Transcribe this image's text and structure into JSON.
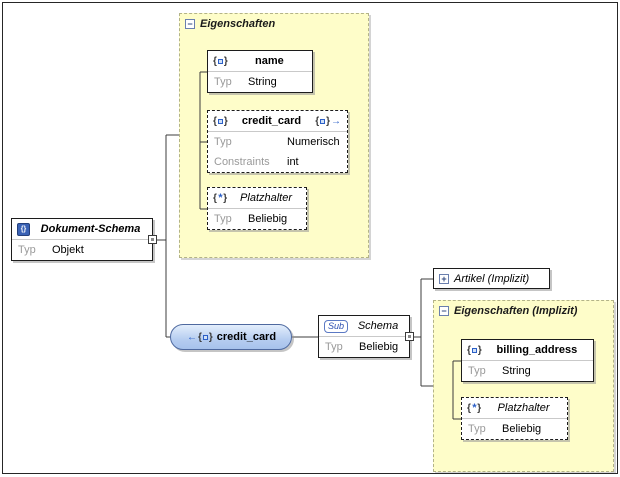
{
  "icons": {
    "collapse": "−",
    "expand": "+",
    "arrow_right": "→",
    "arrow_left": "←",
    "asterisk": "*",
    "braces_open": "{",
    "braces_close": "}",
    "doc": "{}"
  },
  "colors": {
    "container_bg": "#fefdc9",
    "node_fill": "#b6cdf0",
    "node_border": "#4e699f",
    "accent_blue": "#2b5fc7"
  },
  "root_box": {
    "title": "Dokument-Schema",
    "rows": [
      {
        "label": "Typ",
        "value": "Objekt"
      }
    ]
  },
  "properties_container": {
    "title": "Eigenschaften",
    "items": [
      {
        "title": "name",
        "style": "solid",
        "rows": [
          {
            "label": "Typ",
            "value": "String"
          }
        ]
      },
      {
        "title": "credit_card",
        "style": "dashed",
        "rows": [
          {
            "label": "Typ",
            "value": "Numerisch"
          },
          {
            "label": "Constraints",
            "value": "int"
          }
        ]
      },
      {
        "title": "Platzhalter",
        "style": "dashed",
        "rows": [
          {
            "label": "Typ",
            "value": "Beliebig"
          }
        ]
      }
    ]
  },
  "credit_card_node": {
    "label": "credit_card"
  },
  "schema_box": {
    "badge": "Sub",
    "title": "Schema",
    "rows": [
      {
        "label": "Typ",
        "value": "Beliebig"
      }
    ]
  },
  "artikel_box": {
    "title": "Artikel (Implizit)"
  },
  "implicit_container": {
    "title": "Eigenschaften (Implizit)",
    "items": [
      {
        "title": "billing_address",
        "style": "solid",
        "rows": [
          {
            "label": "Typ",
            "value": "String"
          }
        ]
      },
      {
        "title": "Platzhalter",
        "style": "dashed",
        "rows": [
          {
            "label": "Typ",
            "value": "Beliebig"
          }
        ]
      }
    ]
  }
}
